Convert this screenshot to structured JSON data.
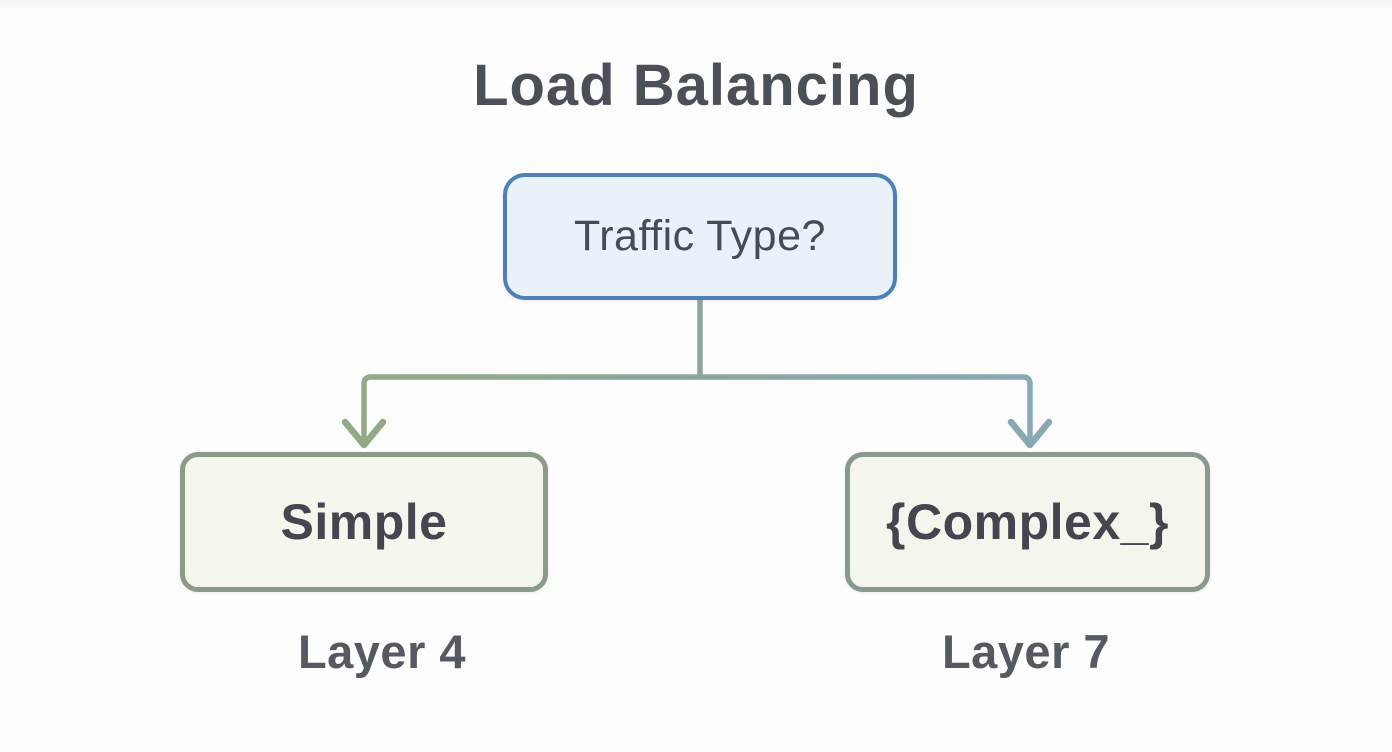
{
  "page": {
    "title": "Load Balancing",
    "background_color": "#fdfdfd",
    "title_color": "#4b4f58"
  },
  "diagram": {
    "root_node": {
      "label": "Traffic Type?",
      "fill_color": "#e9f2f9",
      "border_color": "#4e7fb7",
      "text_color": "#474b55"
    },
    "branches": [
      {
        "label": "Simple",
        "sublabel": "Layer 4",
        "fill_color": "#f5f7ee",
        "border_color": "#8c9a89",
        "arrow_color": "#94aa86",
        "arrow_icon": "arrow-down"
      },
      {
        "label": "{Complex_}",
        "sublabel": "Layer 7",
        "fill_color": "#f4f6ee",
        "border_color": "#8b988e",
        "arrow_color": "#88a9b3",
        "arrow_icon": "arrow-down"
      }
    ],
    "connector_colors": {
      "stem": "#8da69b",
      "left_branch": "#94aa86",
      "right_branch": "#88a9b3"
    }
  }
}
